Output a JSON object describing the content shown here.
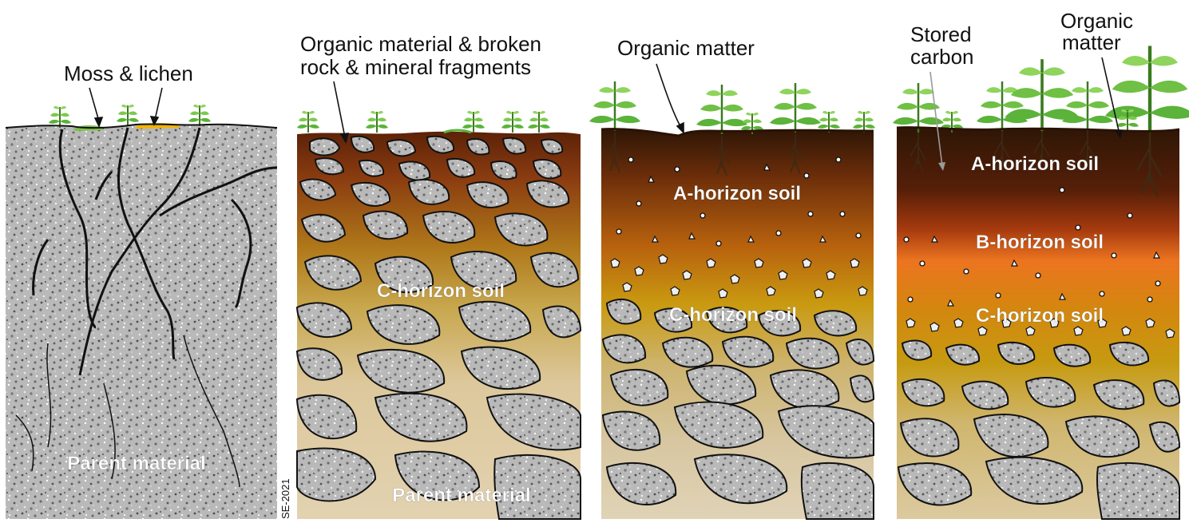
{
  "panels": [
    {
      "labels": [
        "Moss & lichen"
      ],
      "horizons": [
        "Parent material"
      ]
    },
    {
      "labels": [
        "Organic material & broken",
        "rock & mineral fragments"
      ],
      "horizons": [
        "C-horizon soil",
        "Parent material"
      ]
    },
    {
      "labels": [
        "Organic matter"
      ],
      "horizons": [
        "A-horizon soil",
        "C-horizon soil"
      ]
    },
    {
      "labels": [
        "Stored",
        "carbon",
        "Organic",
        "matter"
      ],
      "horizons": [
        "A-horizon soil",
        "B-horizon soil",
        "C-horizon soil"
      ]
    }
  ],
  "credit": "SE-2021"
}
